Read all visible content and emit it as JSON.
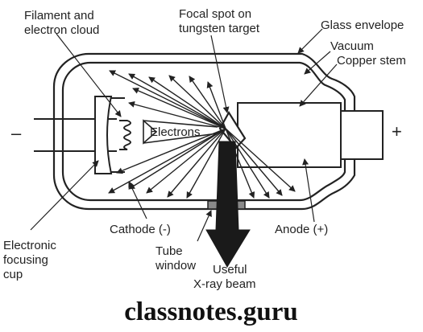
{
  "labels": {
    "filament_line1": "Filament and",
    "filament_line2": "electron cloud",
    "focal_line1": "Focal spot on",
    "focal_line2": "tungsten target",
    "glass_envelope": "Glass envelope",
    "vacuum": "Vacuum",
    "copper_stem": "Copper stem",
    "minus": "–",
    "plus": "+",
    "electrons": "Electrons",
    "cathode": "Cathode (-)",
    "anode": "Anode (+)",
    "efc_line1": "Electronic",
    "efc_line2": "focusing",
    "efc_line3": "cup",
    "tube_line1": "Tube",
    "tube_line2": "window",
    "useful_line1": "Useful",
    "useful_line2": "X-ray beam"
  },
  "watermark": "classnotes.guru",
  "colors": {
    "ink": "#222222",
    "tube_window": "#8a8a8a",
    "beam": "#1a1a1a"
  }
}
